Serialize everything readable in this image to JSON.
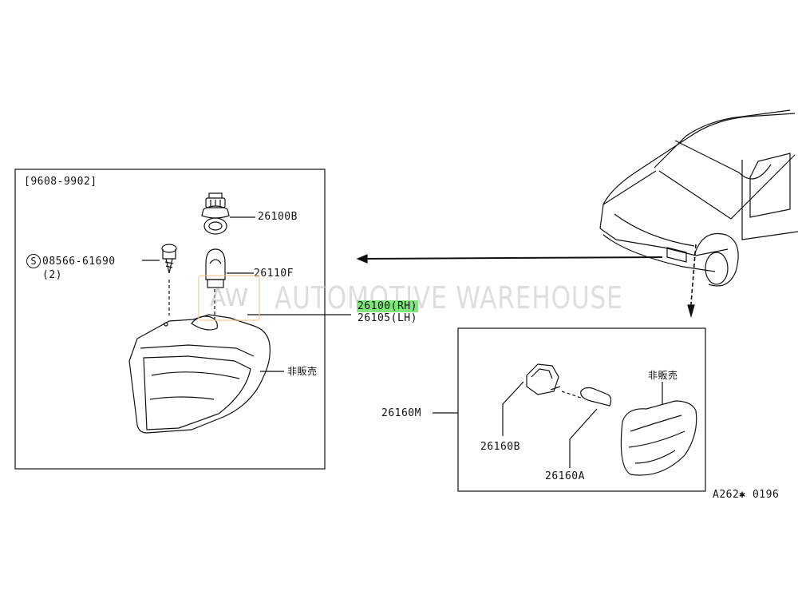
{
  "frame1": {
    "date_range": "[9608-9902]"
  },
  "parts": {
    "socket_top": "26100B",
    "screw_symbol": "S",
    "screw_number": "08566-61690",
    "screw_qty": "(2)",
    "bulb": "26110F",
    "lamp_rh_number": "26100",
    "lamp_rh_side": "(RH)",
    "lamp_lh_number": "26105",
    "lamp_lh_side": "(LH)",
    "not_sold_1": "非販売",
    "side_marker_assy": "26160M",
    "not_sold_2": "非販売",
    "side_socket": "26160B",
    "side_bulb": "26160A"
  },
  "watermark": {
    "logo": "AW",
    "text": "AUTOMOTIVE WAREHOUSE"
  },
  "diagram_code": "A262✱ 0196"
}
